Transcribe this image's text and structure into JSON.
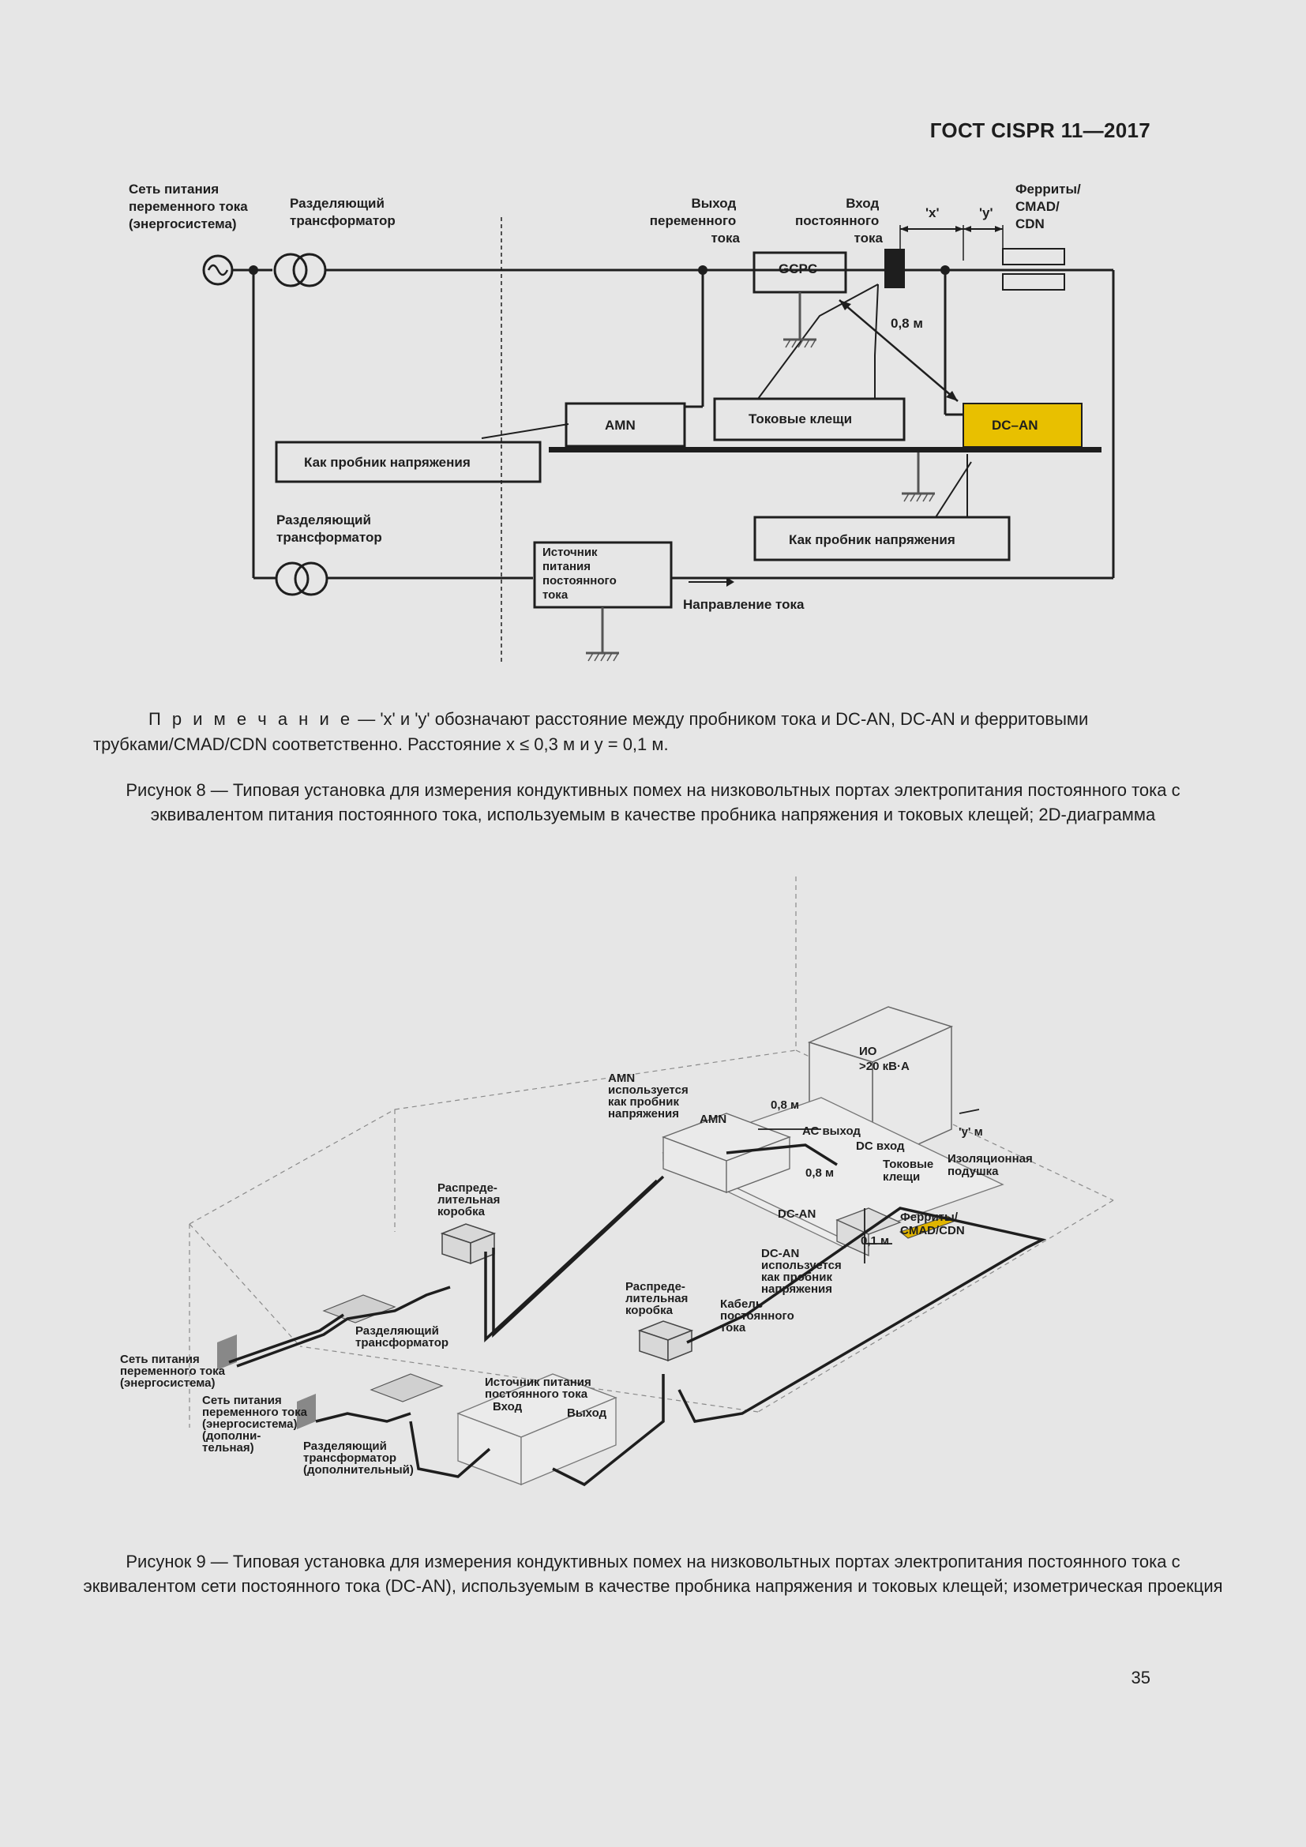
{
  "header": {
    "doc_id": "ГОСТ CISPR 11—2017"
  },
  "figure8": {
    "labels": {
      "ac_mains": [
        "Сеть питания",
        "переменного тока",
        "(энергосистема)"
      ],
      "isolating_transformer_top": [
        "Разделяющий",
        "трансформатор"
      ],
      "ac_output": [
        "Выход",
        "переменного",
        "тока"
      ],
      "dc_input": [
        "Вход",
        "постоянного",
        "тока"
      ],
      "x_dim": "'x'",
      "y_dim": "'y'",
      "ferrites": [
        "Ферриты/",
        "CMAD/",
        "CDN"
      ],
      "gcpc": "GCPC",
      "distance_08": "0,8 м",
      "amn": "AMN",
      "current_clamp": "Токовые клещи",
      "dc_an": "DC–AN",
      "voltage_probe_left": "Как пробник напряжения",
      "isolating_transformer_bottom": [
        "Разделяющий",
        "трансформатор"
      ],
      "dc_source": [
        "Источник",
        "питания",
        "постоянного",
        "тока"
      ],
      "current_direction": "Направление тока",
      "voltage_probe_right": "Как пробник напряжения"
    },
    "colors": {
      "dc_an_fill": "#e8c000",
      "line": "#1e1e1e",
      "ground": "#555555"
    }
  },
  "note": {
    "prefix": "П р и м е ч а н и е",
    "text": " — 'x' и 'y' обозначают расстояние между пробником тока и DC-AN, DC-AN и ферритовыми трубками/CMAD/CDN соответственно. Расстояние x ≤ 0,3 м и y = 0,1 м."
  },
  "caption8": "Рисунок 8 — Типовая установка для измерения кондуктивных помех на низковольтных портах электропитания постоянного тока с эквивалентом питания постоянного тока, используемым в качестве пробника напряжения и токовых клещей; 2D-диаграмма",
  "figure9": {
    "labels": {
      "eut": [
        "ИО",
        ">20 кВ·А"
      ],
      "amn_used": [
        "AMN",
        "используется",
        "как пробник",
        "напряжения"
      ],
      "amn": "AMN",
      "dist_08_top": "0,8 м",
      "ac_out": "АС выход",
      "dc_in": "DC вход",
      "y_m": "'у' м",
      "iso_pad": [
        "Изоляционная",
        "подушка"
      ],
      "dist_08_mid": "0,8 м",
      "clamp": [
        "Токовые",
        "клещи"
      ],
      "dc_an": "DC-AN",
      "ferrites": [
        "Ферриты/",
        "CMAD/CDN"
      ],
      "dist_01": "0,1 м",
      "dcan_used": [
        "DC-AN",
        "используется",
        "как пробник",
        "напряжения"
      ],
      "dc_cable": [
        "Кабель",
        "постоянного",
        "тока"
      ],
      "dist_box_left": [
        "Распреде-",
        "лительная",
        "коробка"
      ],
      "dist_box_right": [
        "Распреде-",
        "лительная",
        "коробка"
      ],
      "iso_transformer": [
        "Разделяющий",
        "трансформатор"
      ],
      "ac_mains": [
        "Сеть питания",
        "переменного тока",
        "(энергосистема)"
      ],
      "ac_mains_add": [
        "Сеть питания",
        "переменного тока",
        "(энергосистема)",
        "(дополни-",
        "тельная)"
      ],
      "iso_transformer_add": [
        "Разделяющий",
        "трансформатор",
        "(дополнительный)"
      ],
      "dc_source": [
        "Источник питания",
        "постоянного тока"
      ],
      "input": "Вход",
      "output": "Выход"
    },
    "colors": {
      "ferrite_fill": "#e0b400"
    }
  },
  "caption9": "Рисунок 9 — Типовая установка для измерения кондуктивных помех на низковольтных портах электропитания постоянного тока с эквивалентом сети постоянного тока (DC-AN), используемым в качестве пробника напряжения и токовых клещей; изометрическая проекция",
  "page_number": "35"
}
